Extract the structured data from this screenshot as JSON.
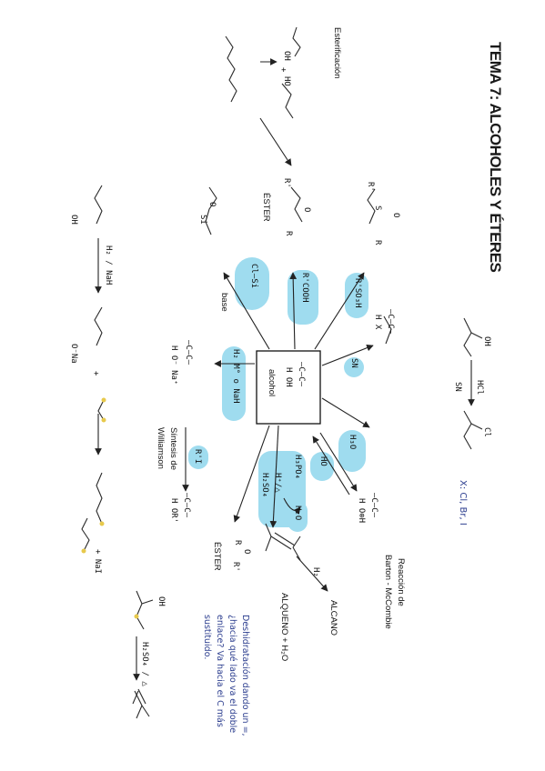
{
  "title": "TEMA 7: ALCOHOLES Y ÉTERES",
  "center": {
    "rows": [
      "|",
      "—C—C—",
      "|",
      "H  OH"
    ],
    "caption": "alcohol"
  },
  "esterificacion": {
    "title": "Esterificación",
    "oh": "OH",
    "ho": "HO",
    "plus": "+"
  },
  "ester_top": {
    "label": "ÉSTER",
    "r1": "R'",
    "o": "O",
    "r": "R"
  },
  "sulfonate": {
    "r1": "R'",
    "s": "S",
    "o": "O",
    "r": "R"
  },
  "silyl_ether": {
    "o": "O",
    "si": "Si"
  },
  "reagents": {
    "r_cooh": "R'COOH",
    "r_so3h": "R'SO₃H",
    "clsi": "Cl—Si",
    "base": "base",
    "sn": "SN",
    "h2_mo_nah": "H₂ M° o NaH",
    "r_prime": "R'I",
    "h3o": "H₃O",
    "ho_minus": "HO",
    "h3po4": "H₃PO₄",
    "h_delta": "H⁺/△",
    "h2so4": "H₂SO₄",
    "h2o": "H₂O",
    "h2": "H₂"
  },
  "halide_product": {
    "rows": [
      "—C—C—",
      "H  X"
    ],
    "x_note": "X: Cl, Br, I"
  },
  "alkoxide": {
    "rows": [
      "—C—C—",
      "H  O⁻ Na⁺"
    ],
    "neg": "⊖"
  },
  "williamson": {
    "line1": "Síntesis de",
    "line2": "Williamson"
  },
  "ether_product": {
    "rows": [
      "—C—C—",
      "H  OR'"
    ],
    "label": "ÉSTER",
    "r": "R",
    "o": "O",
    "r1": "R'"
  },
  "alkene": {
    "label": "ALQUENO + H₂O"
  },
  "alkane": {
    "label": "ALCANO"
  },
  "rearr": {
    "rows": [
      "—C—C—",
      "H  O⊕H"
    ],
    "title1": "Reacción de",
    "title2": "Barton - McCombie"
  },
  "right_mol": {
    "oh": "OH",
    "cl": "Cl",
    "hcl": "HCl",
    "sn": "SN"
  },
  "left_chain": {
    "oh": "OH",
    "reagent": "H₂ / NaH",
    "o_na": "O⁻Na",
    "plus": "+",
    "plus_nai": "+ NaI"
  },
  "dehydration": {
    "oh": "OH",
    "reagent": "H₂SO₄ / △",
    "question": "Deshidratación dando un =, ¿hacia qué lado va el doble enlace? Va hacia el C más sustituido."
  },
  "colors": {
    "blob": "#9fdcef",
    "ink": "#1a1a1a",
    "blue_ink": "#2c3e8f",
    "yellow": "#e7c94c"
  }
}
